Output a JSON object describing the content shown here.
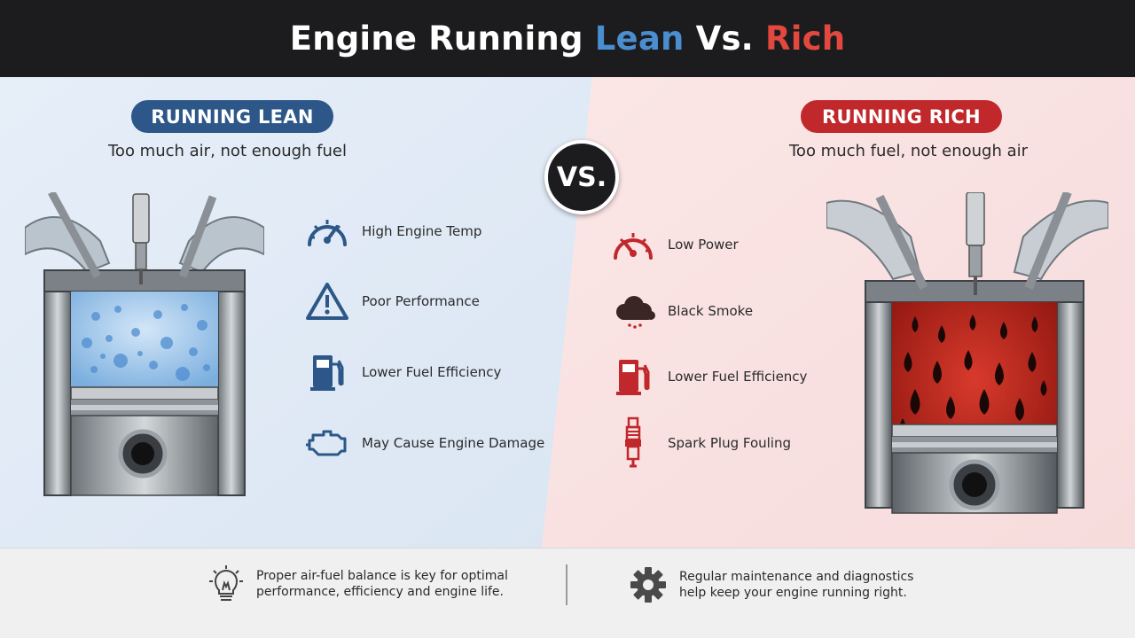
{
  "header": {
    "title_prefix": "Engine Running ",
    "title_lean": "Lean",
    "title_middle": " Vs. ",
    "title_rich": "Rich"
  },
  "vs_badge": "VS.",
  "lean": {
    "badge": "RUNNING LEAN",
    "subtitle": "Too much air, not enough fuel",
    "accent_color": "#2c5788",
    "items": [
      {
        "icon": "gauge-icon",
        "label": "High Engine Temp"
      },
      {
        "icon": "warning-icon",
        "label": "Poor Performance"
      },
      {
        "icon": "fuel-pump-icon",
        "label": "Lower Fuel Efficiency"
      },
      {
        "icon": "check-engine-icon",
        "label": "May Cause Engine Damage"
      }
    ]
  },
  "rich": {
    "badge": "RUNNING RICH",
    "subtitle": "Too much fuel, not enough air",
    "accent_color": "#c0282b",
    "items": [
      {
        "icon": "gauge-icon",
        "label": "Low Power"
      },
      {
        "icon": "smoke-cloud-icon",
        "label": "Black Smoke"
      },
      {
        "icon": "fuel-pump-icon",
        "label": "Lower Fuel Efficiency"
      },
      {
        "icon": "spark-plug-icon",
        "label": "Spark Plug Fouling"
      }
    ]
  },
  "footer": {
    "tip_left_line1": "Proper air-fuel balance is key for optimal",
    "tip_left_line2": "performance, efficiency and engine life.",
    "tip_left_icon": "lightbulb-icon",
    "tip_right_line1": "Regular maintenance and diagnostics",
    "tip_right_line2": "help keep your engine running right.",
    "tip_right_icon": "gear-icon"
  }
}
